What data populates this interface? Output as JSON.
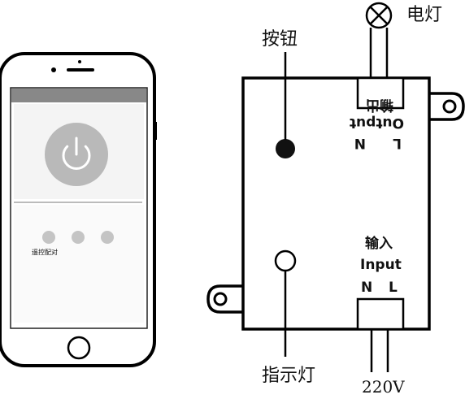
{
  "phone": {
    "pair_label": "遥控配对"
  },
  "labels": {
    "lamp": "电灯",
    "button": "按钮",
    "indicator": "指示灯",
    "voltage": "220V"
  },
  "output": {
    "cn": "输出",
    "en": "Output",
    "pin_left": "N",
    "pin_right": "L"
  },
  "input": {
    "cn": "输入",
    "en": "Input",
    "pin_left": "N",
    "pin_right": "L"
  }
}
